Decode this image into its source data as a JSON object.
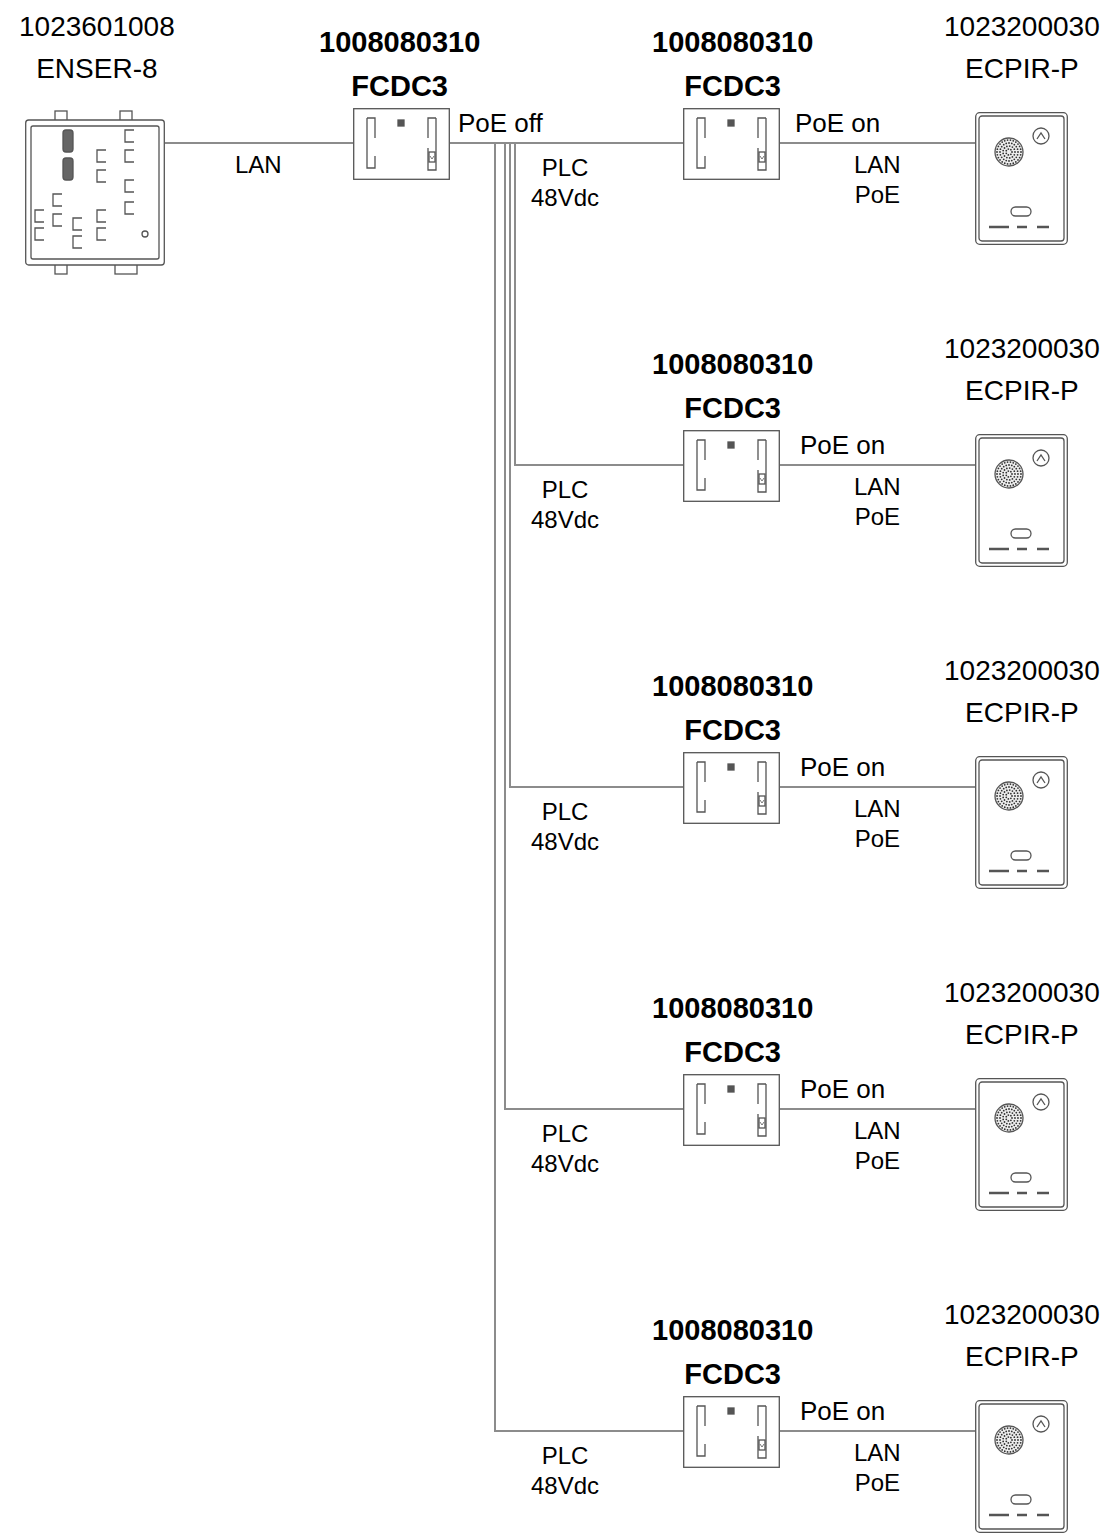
{
  "diagram": {
    "nodes": [
      {
        "text": [
          "1023601008",
          "ENSER-8"
        ]
      },
      {
        "text": [
          "1008080310",
          "FCDC3"
        ]
      },
      {
        "text": [
          "1008080310",
          "FCDC3"
        ]
      },
      {
        "text": [
          "1008080310",
          "FCDC3"
        ]
      },
      {
        "text": [
          "1008080310",
          "FCDC3"
        ]
      },
      {
        "text": [
          "1008080310",
          "FCDC3"
        ]
      },
      {
        "text": [
          "1008080310",
          "FCDC3"
        ]
      },
      {
        "text": [
          "1023200030",
          "ECPIR-P"
        ]
      },
      {
        "text": [
          "1023200030",
          "ECPIR-P"
        ]
      },
      {
        "text": [
          "1023200030",
          "ECPIR-P"
        ]
      },
      {
        "text": [
          "1023200030",
          "ECPIR-P"
        ]
      },
      {
        "text": [
          "1023200030",
          "ECPIR-P"
        ]
      }
    ],
    "edges": [
      {
        "from": 0,
        "to": 1,
        "label": "LAN",
        "arrow": "none"
      },
      {
        "from": 1,
        "to": 2,
        "label": "PLC 48Vdc",
        "arrow": "none"
      },
      {
        "from": 1,
        "to": 3,
        "label": "PLC 48Vdc",
        "arrow": "none"
      },
      {
        "from": 1,
        "to": 4,
        "label": "PLC 48Vdc",
        "arrow": "none"
      },
      {
        "from": 1,
        "to": 5,
        "label": "PLC 48Vdc",
        "arrow": "none"
      },
      {
        "from": 1,
        "to": 6,
        "label": "PLC 48Vdc",
        "arrow": "none"
      },
      {
        "from": 2,
        "to": 7,
        "label": "LAN PoE",
        "arrow": "none"
      },
      {
        "from": 3,
        "to": 8,
        "label": "LAN PoE",
        "arrow": "none"
      },
      {
        "from": 4,
        "to": 9,
        "label": "LAN PoE",
        "arrow": "none"
      },
      {
        "from": 5,
        "to": 10,
        "label": "LAN PoE",
        "arrow": "none"
      },
      {
        "from": 6,
        "to": 11,
        "label": "LAN PoE",
        "arrow": "none"
      }
    ],
    "labels": [
      "PoE off",
      "PoE on",
      "PoE on",
      "PoE on",
      "PoE on",
      "PoE on"
    ]
  }
}
